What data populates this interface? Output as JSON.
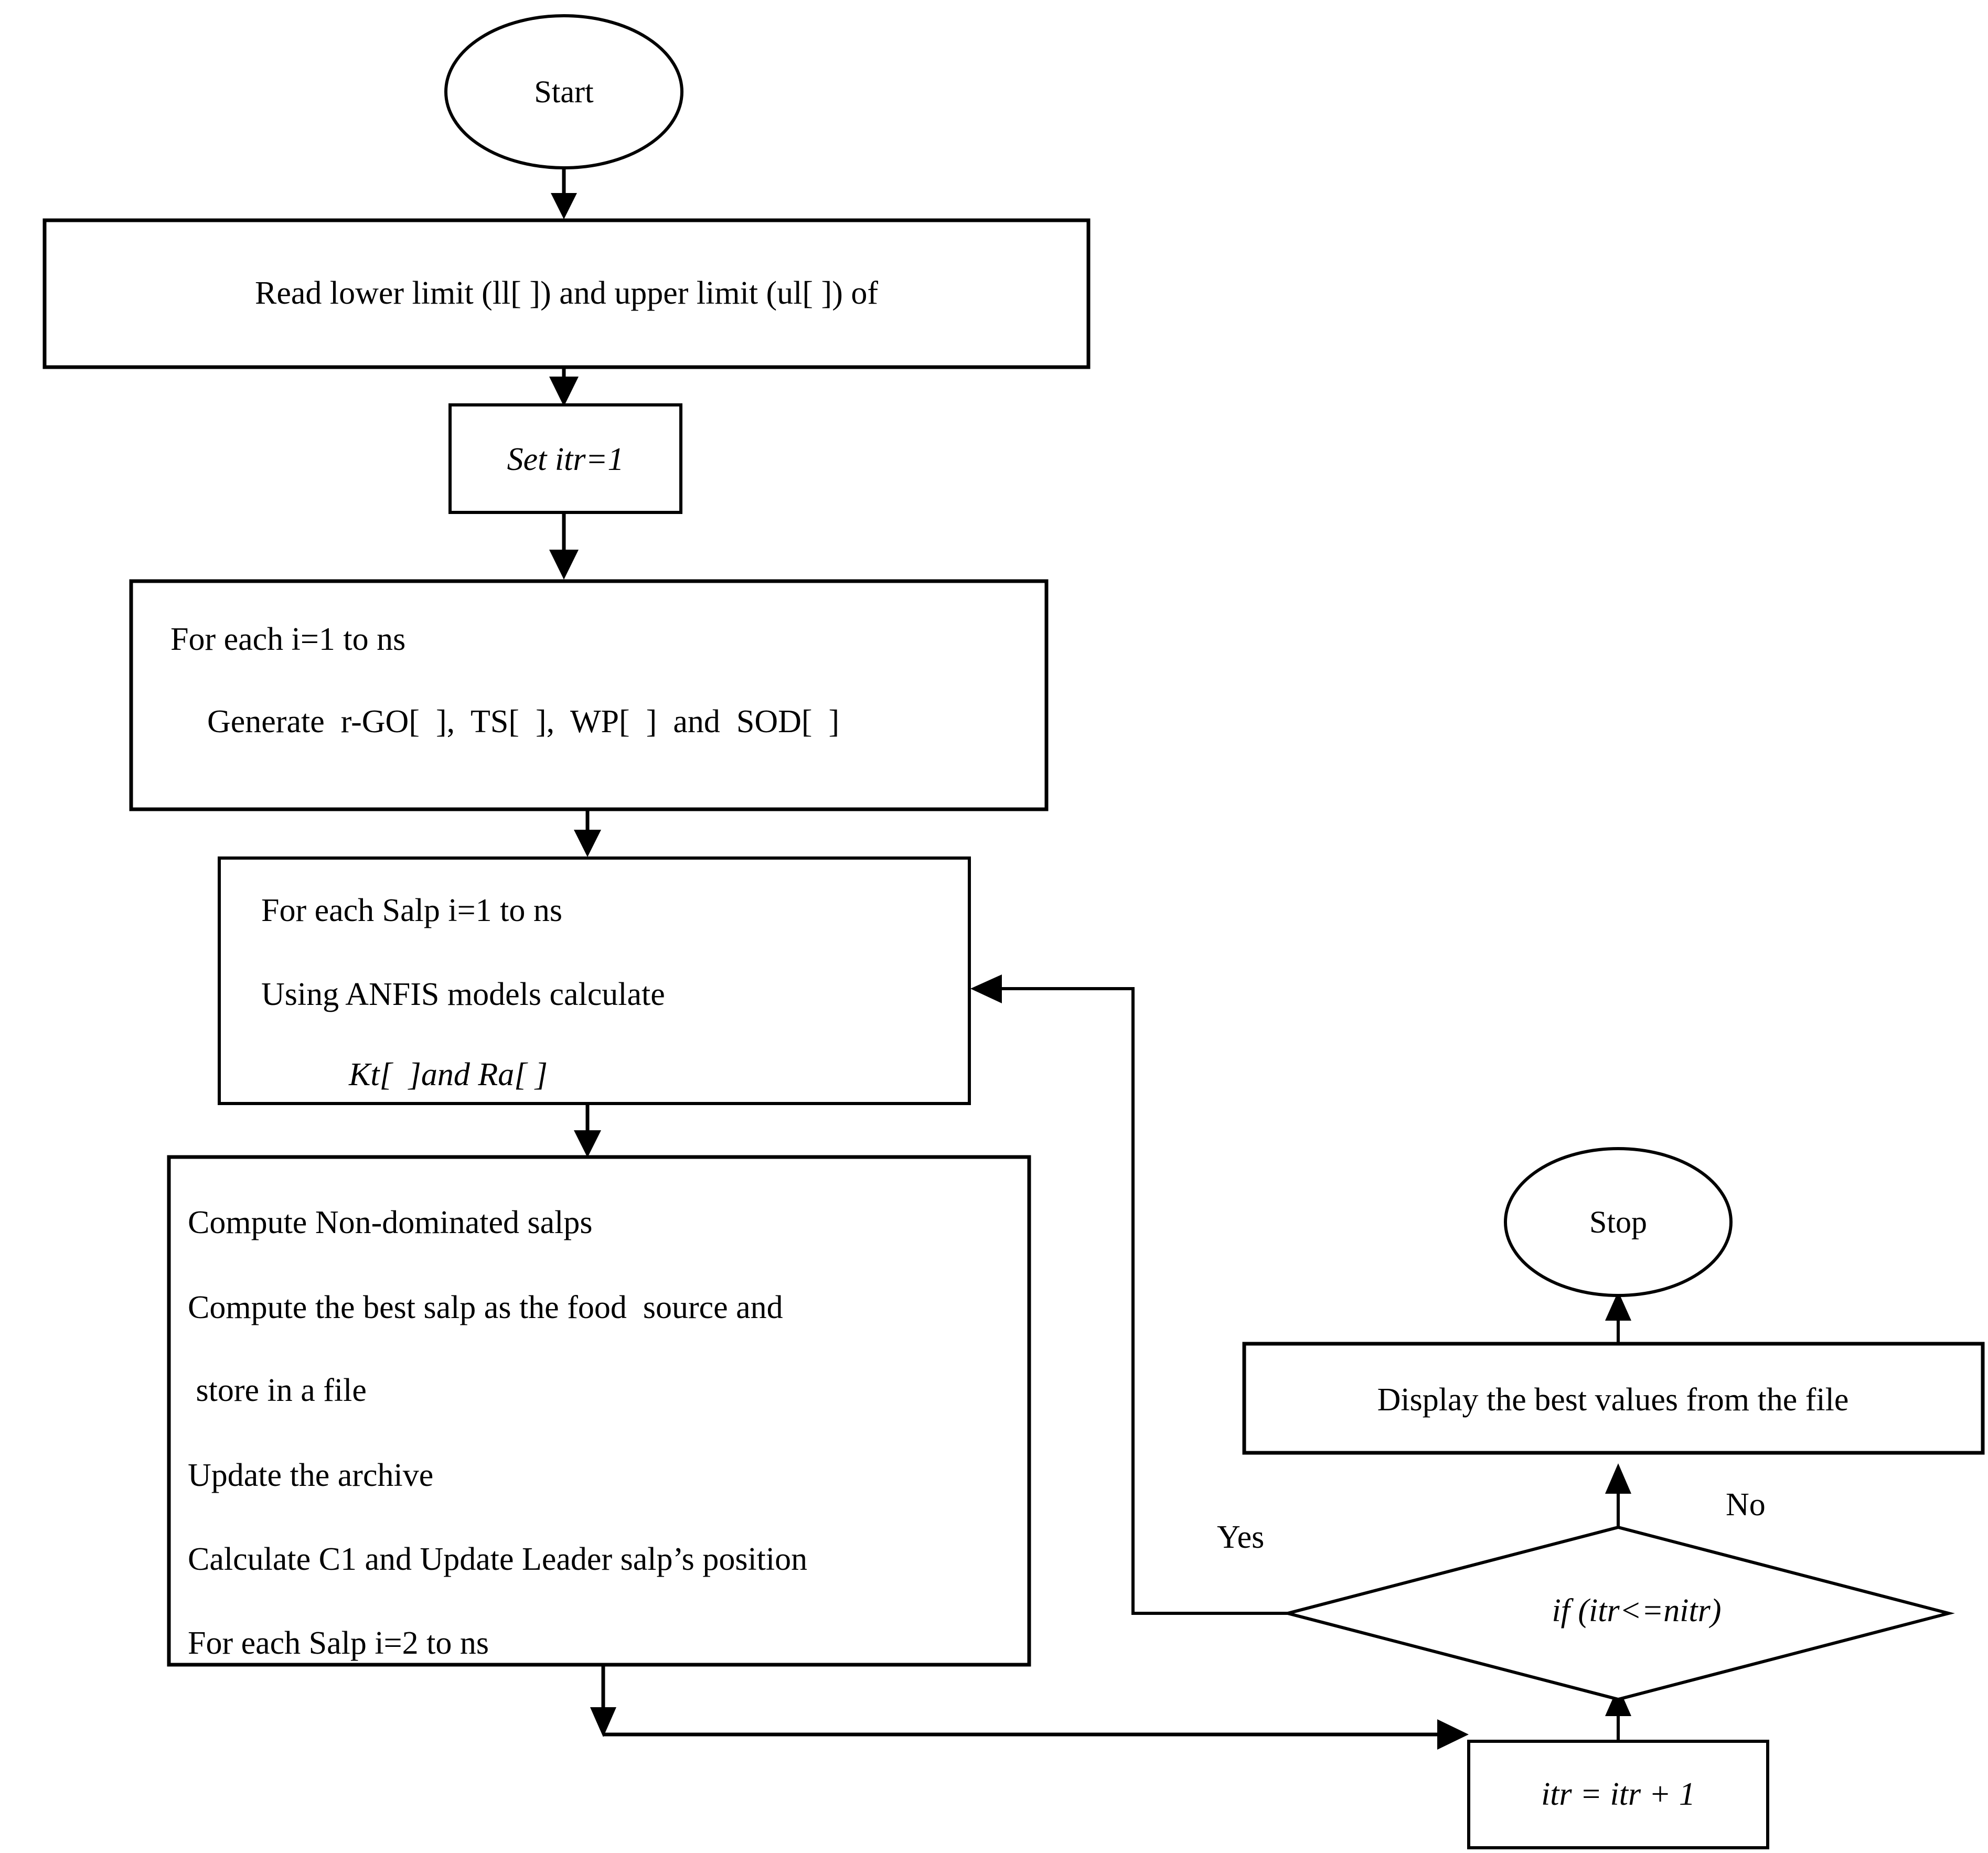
{
  "diagram": {
    "title": "Multi-objective salp swarm optimisation flowchart",
    "stroke_color": "#000000",
    "fill_color": "#ffffff",
    "background": "#ffffff"
  },
  "nodes": {
    "start": {
      "type": "terminator",
      "label": "Start"
    },
    "read_limits": {
      "type": "process",
      "label": "Read lower limit (ll[ ]) and upper limit (ul[ ]) of"
    },
    "set_itr": {
      "type": "process",
      "label": "Set itr=1"
    },
    "generate": {
      "type": "process",
      "lines": [
        "For each i=1 to ns",
        "Generate  r-GO[  ],  TS[  ],  WP[  ]  and  SOD[  ]"
      ]
    },
    "anfis": {
      "type": "process",
      "lines": [
        "For each Salp i=1 to ns",
        "Using ANFIS models calculate",
        "Kt[  ]and Ra[ ]"
      ]
    },
    "compute": {
      "type": "process",
      "lines": [
        "Compute Non-dominated salps",
        "Compute the best salp as the food  source and",
        " store in a file",
        "Update the archive",
        "Calculate C1 and Update Leader salp’s position",
        "For each Salp i=2 to ns"
      ]
    },
    "stop": {
      "type": "terminator",
      "label": "Stop"
    },
    "display": {
      "type": "process",
      "label": "Display the best values from the file"
    },
    "decision": {
      "type": "decision",
      "label": "if (itr<=nitr)"
    },
    "increment": {
      "type": "process",
      "label": "itr = itr + 1"
    }
  },
  "edge_labels": {
    "yes": "Yes",
    "no": "No"
  }
}
